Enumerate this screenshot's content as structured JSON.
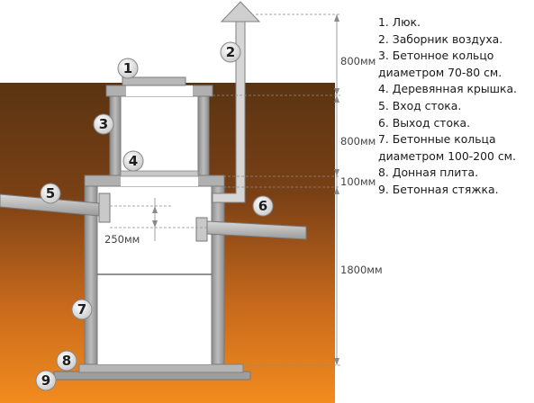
{
  "legend": [
    {
      "text": "1. Люк."
    },
    {
      "text": "2. Заборник воздуха."
    },
    {
      "text": "3. Бетонное кольцо"
    },
    {
      "text": "диаметром 70-80 см."
    },
    {
      "text": "4. Деревянная крышка."
    },
    {
      "text": "5. Вход стока."
    },
    {
      "text": "6. Выход стока."
    },
    {
      "text": "7. Бетонные кольца"
    },
    {
      "text": "диаметром 100-200 см."
    },
    {
      "text": "8. Донная плита."
    },
    {
      "text": "9. Бетонная стяжка."
    }
  ],
  "dimensions": {
    "top_ring": "800мм",
    "lower_ring": "800мм",
    "slab": "100мм",
    "chamber": "1800мм",
    "inlet_offset": "250мм"
  },
  "badges": {
    "b1": "1",
    "b2": "2",
    "b3": "3",
    "b4": "4",
    "b5": "5",
    "b6": "6",
    "b7": "7",
    "b8": "8",
    "b9": "9"
  },
  "colors": {
    "soil_top": "#5a3412",
    "soil_mid": "#a8531a",
    "soil_bottom": "#f08a1e",
    "concrete": "#aaaaaa",
    "interior": "#ffffff",
    "dimension_lines": "#888888",
    "badge_fill": "#e6e6e6"
  }
}
